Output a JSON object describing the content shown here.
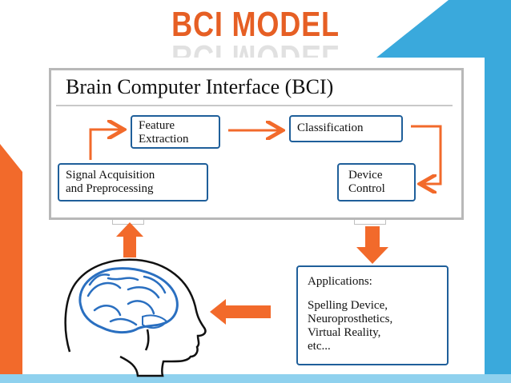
{
  "slide": {
    "title": "BCI MODEL",
    "panel_heading": "Brain Computer Interface (BCI)"
  },
  "nodes": {
    "feature_extraction": "Feature\nExtraction",
    "classification": "Classification",
    "signal_acquisition": "Signal Acquisition\nand Preprocessing",
    "device_control": "Device\nControl"
  },
  "applications": {
    "heading": "Applications:",
    "items": "Spelling Device,\nNeuroprosthetics,\nVirtual Reality,\netc..."
  },
  "colors": {
    "accent_orange": "#f26a2b",
    "accent_blue": "#3aa9dc",
    "node_border": "#1f5f9a",
    "brain_blue": "#2a6fc0"
  }
}
